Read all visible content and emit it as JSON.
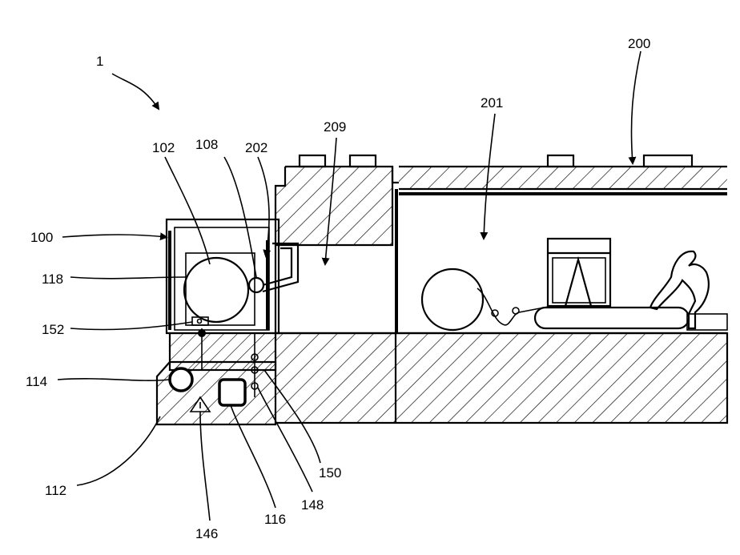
{
  "figure": {
    "labels": {
      "assembly": "1",
      "l100": "100",
      "l102": "102",
      "l108": "108",
      "l112": "112",
      "l114": "114",
      "l116": "116",
      "l118": "118",
      "l146": "146",
      "l148": "148",
      "l150": "150",
      "l152": "152",
      "l200": "200",
      "l201": "201",
      "l202": "202",
      "l209": "209"
    }
  }
}
